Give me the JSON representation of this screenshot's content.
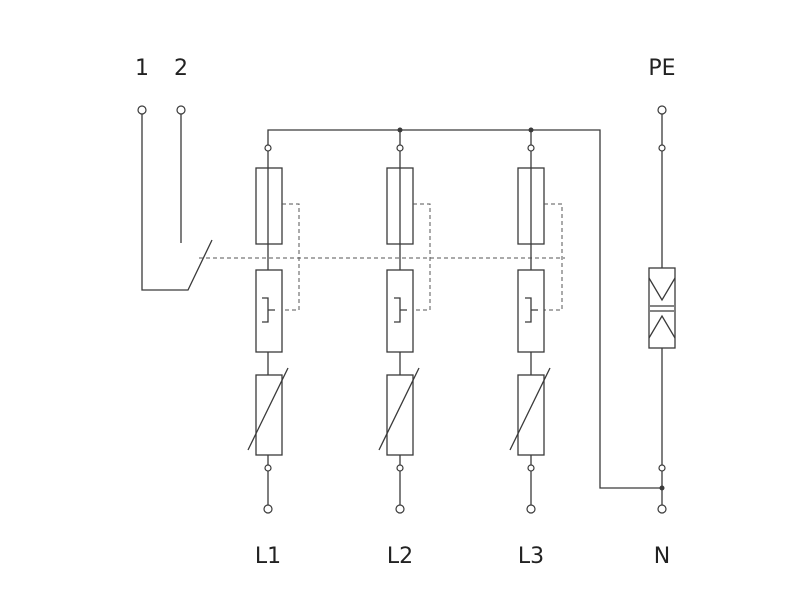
{
  "labels": {
    "aux1": "1",
    "aux2": "2",
    "pe": "PE",
    "l1": "L1",
    "l2": "L2",
    "l3": "L3",
    "n": "N"
  }
}
